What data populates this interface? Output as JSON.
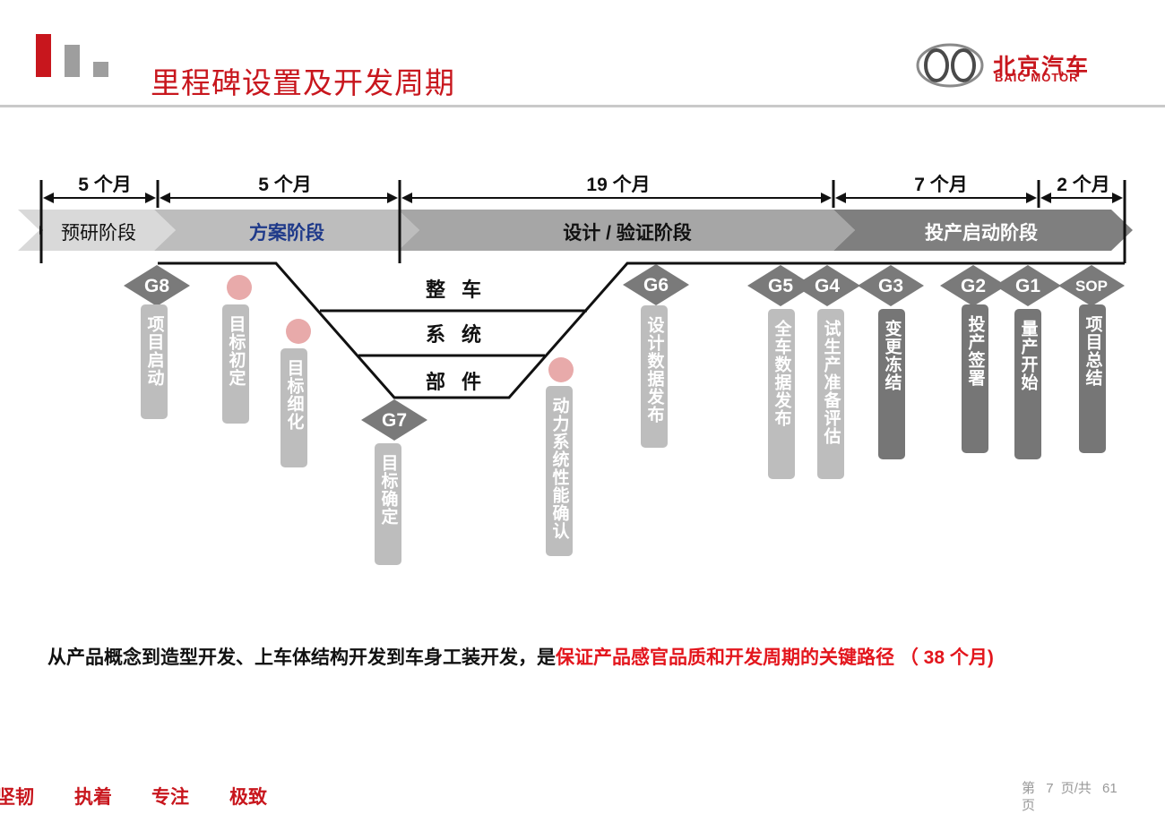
{
  "header": {
    "title": "里程碑设置及开发周期",
    "brand_cn": "北京汽车",
    "brand_en": "BAIC MOTOR",
    "accent": "#c8161d"
  },
  "timeline": {
    "durations": [
      "5 个月",
      "5 个月",
      "19 个月",
      "7 个月",
      "2 个月"
    ],
    "phases": [
      "预研阶段",
      "方案阶段",
      "设计 / 验证阶段",
      "投产启动阶段"
    ],
    "phase_colors": [
      "#d9d9d9",
      "#bdbdbd",
      "#a6a6a6",
      "#7f7f7f"
    ],
    "levels": [
      "整车",
      "系统",
      "部件"
    ],
    "gates": [
      "G8",
      "G7",
      "G6",
      "G5",
      "G4",
      "G3",
      "G2",
      "G1",
      "SOP"
    ],
    "milestones": [
      "项目启动",
      "目标初定",
      "目标细化",
      "目标确定",
      "动力系统性能确认",
      "设计数据发布",
      "全车数据发布",
      "试生产准备评估",
      "变更冻结",
      "投产签署",
      "量产开始",
      "项目总结"
    ]
  },
  "summary": {
    "part1": "从产品概念到造型开发、上车体结构开发到车身工装开发，是",
    "part2": "保证产品感官品质和开发周期的关键路径 （ 38 个月)"
  },
  "footer": {
    "values": [
      "坚韧",
      "执着",
      "专注",
      "极致"
    ],
    "page_prefix": "第",
    "page_number": "7",
    "page_mid": "页/共",
    "page_total": "61",
    "page_suffix": "页"
  }
}
